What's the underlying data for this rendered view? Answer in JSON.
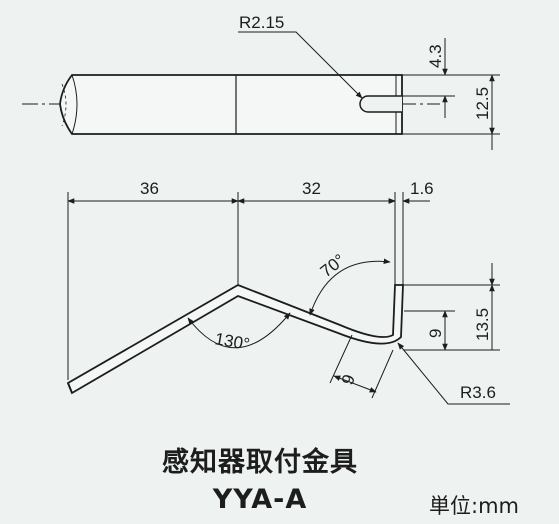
{
  "colors": {
    "background": "#eef3f2",
    "line": "#1d1d1d"
  },
  "top_view": {
    "radius_label": "R2.15",
    "slot_offset": "4.3",
    "width": "12.5"
  },
  "side_view": {
    "length_a": "36",
    "length_b": "32",
    "thickness": "1.6",
    "height_total": "13.5",
    "height_lower": "9",
    "tab_length": "9",
    "angle_upper": "70°",
    "angle_lower": "130°",
    "bend_radius": "R3.6"
  },
  "caption": {
    "title": "感知器取付金具",
    "model": "YYA-A",
    "unit": "単位:mm"
  }
}
